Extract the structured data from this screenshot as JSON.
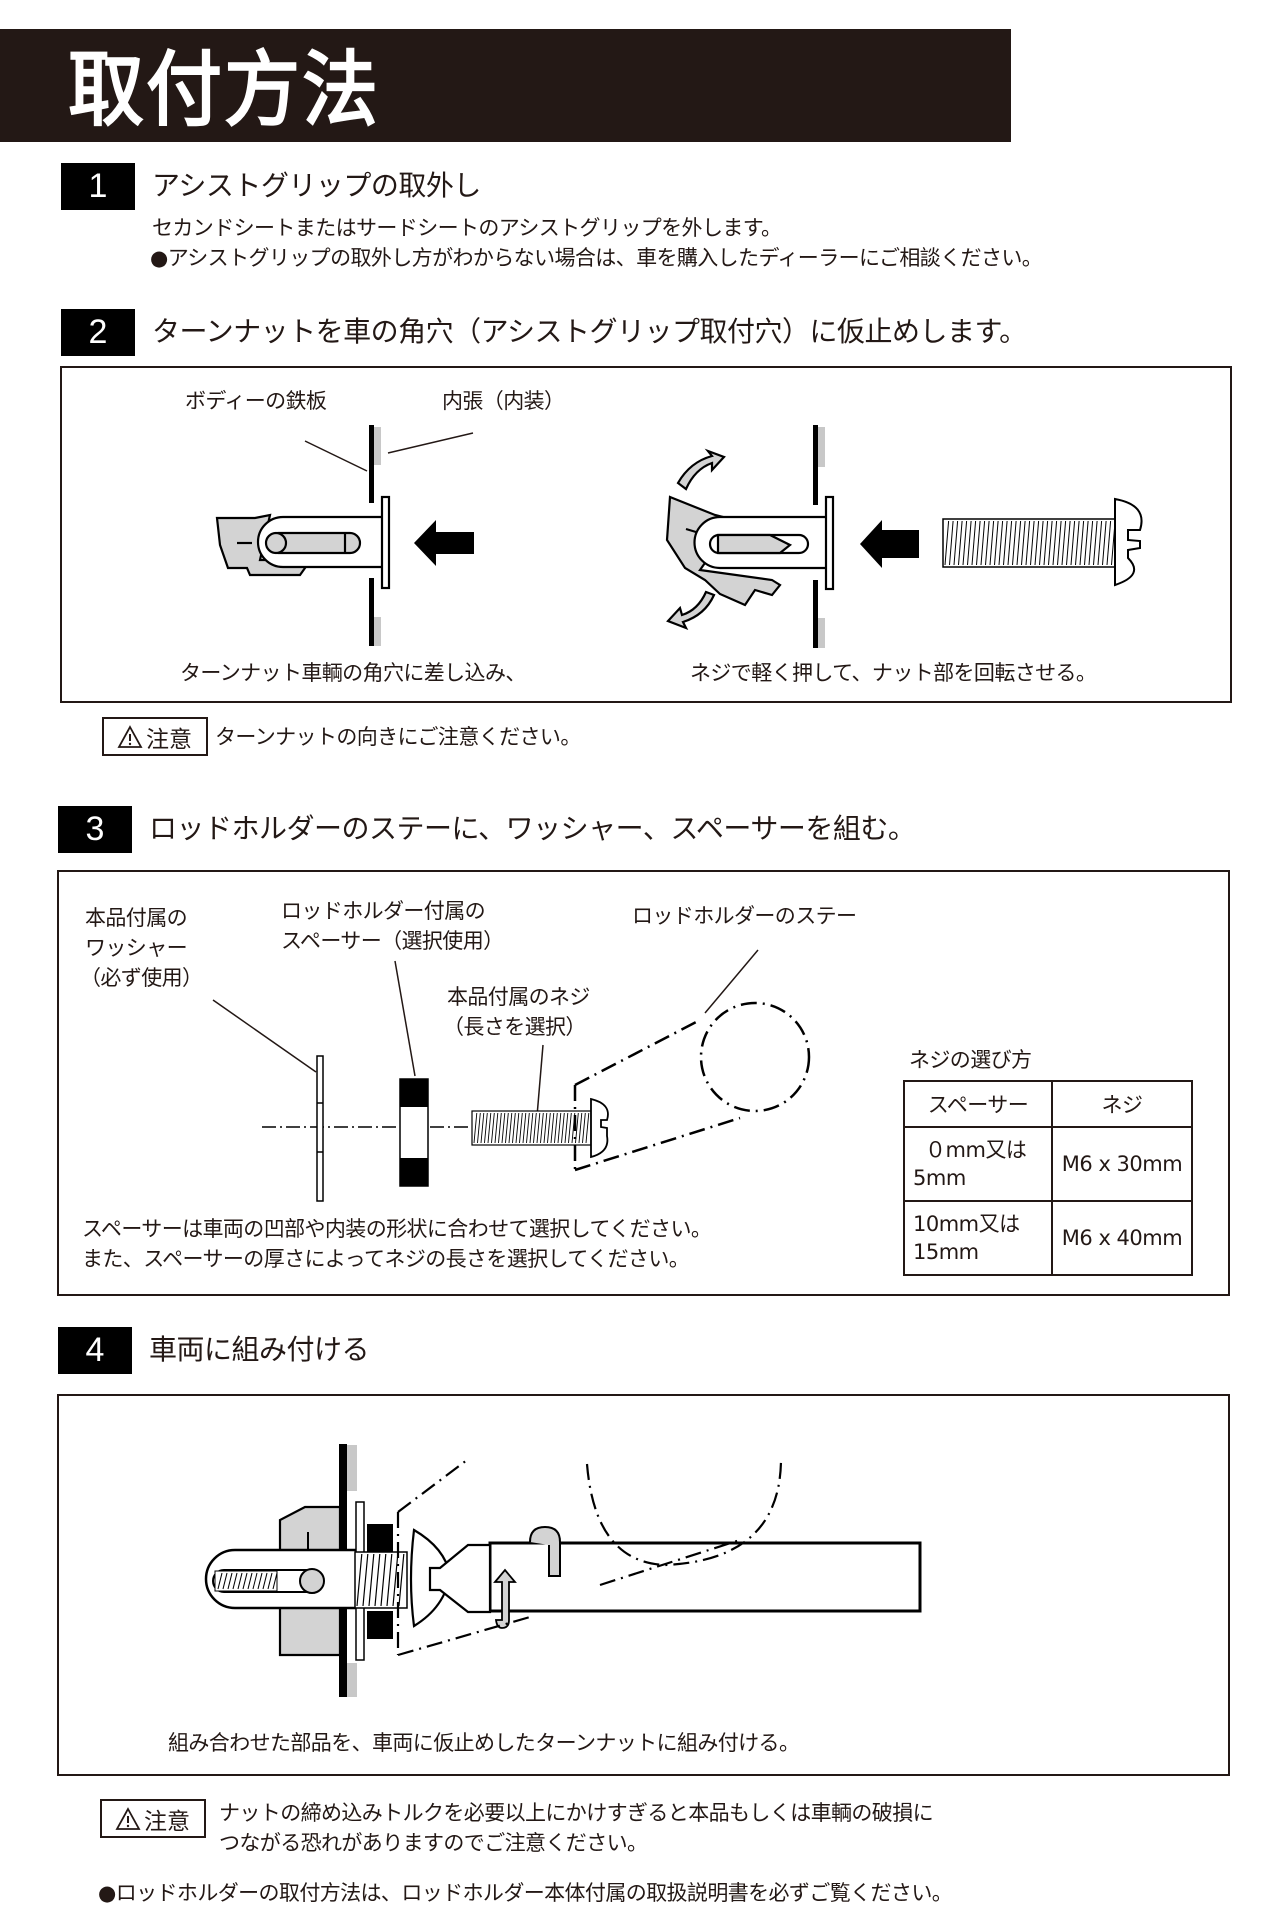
{
  "page_title": "取付方法",
  "steps": [
    {
      "number": "1",
      "heading": "アシストグリップの取外し",
      "lines": [
        "セカンドシートまたはサードシートのアシストグリップを外します。",
        "●アシストグリップの取外し方がわからない場合は、車を購入したディーラーにご相談ください。"
      ]
    },
    {
      "number": "2",
      "heading": "ターンナットを車の角穴（アシストグリップ取付穴）に仮止めします。",
      "labels": {
        "body_panel": "ボディーの鉄板",
        "interior_trim": "内張（内装）"
      },
      "captions": [
        "ターンナット車輌の角穴に差し込み、",
        "ネジで軽く押して、ナット部を回転させる。"
      ],
      "caution": {
        "badge": "注意",
        "text": "ターンナットの向きにご注意ください。"
      }
    },
    {
      "number": "3",
      "heading": "ロッドホルダーのステーに、ワッシャー、スペーサーを組む。",
      "labels": {
        "washer": [
          "本品付属の",
          "ワッシャー",
          "（必ず使用）"
        ],
        "spacer": [
          "ロッドホルダー付属の",
          "スペーサー（選択使用）"
        ],
        "screw": [
          "本品付属のネジ",
          "（長さを選択）"
        ],
        "stay": "ロッドホルダーのステー"
      },
      "notes": [
        "スペーサーは車両の凹部や内装の形状に合わせて選択してください。",
        "また、スペーサーの厚さによってネジの長さを選択してください。"
      ],
      "screw_table": {
        "title": "ネジの選び方",
        "headers": [
          "スペーサー",
          "ネジ"
        ],
        "rows": [
          {
            "spacer": [
              "０mm又は",
              "5mm"
            ],
            "screw": "M6 x 30mm"
          },
          {
            "spacer": [
              "10mm又は",
              "15mm"
            ],
            "screw": "M6 x 40mm"
          }
        ]
      }
    },
    {
      "number": "4",
      "heading": "車両に組み付ける",
      "caption": "組み合わせた部品を、車両に仮止めしたターンナットに組み付ける。",
      "caution": {
        "badge": "注意",
        "lines": [
          "ナットの締め込みトルクを必要以上にかけすぎると本品もしくは車輌の破損に",
          "つながる恐れがありますのでご注意ください。"
        ]
      }
    }
  ],
  "footer_note": "●ロッドホルダーの取付方法は、ロッドホルダー本体付属の取扱説明書を必ずご覧ください。",
  "icons": {
    "warning": "warning-triangle-icon"
  },
  "colors": {
    "ink": "#231815",
    "title_bg": "#231815",
    "badge_bg": "#000000",
    "part_fill": "#d3d3d3"
  }
}
